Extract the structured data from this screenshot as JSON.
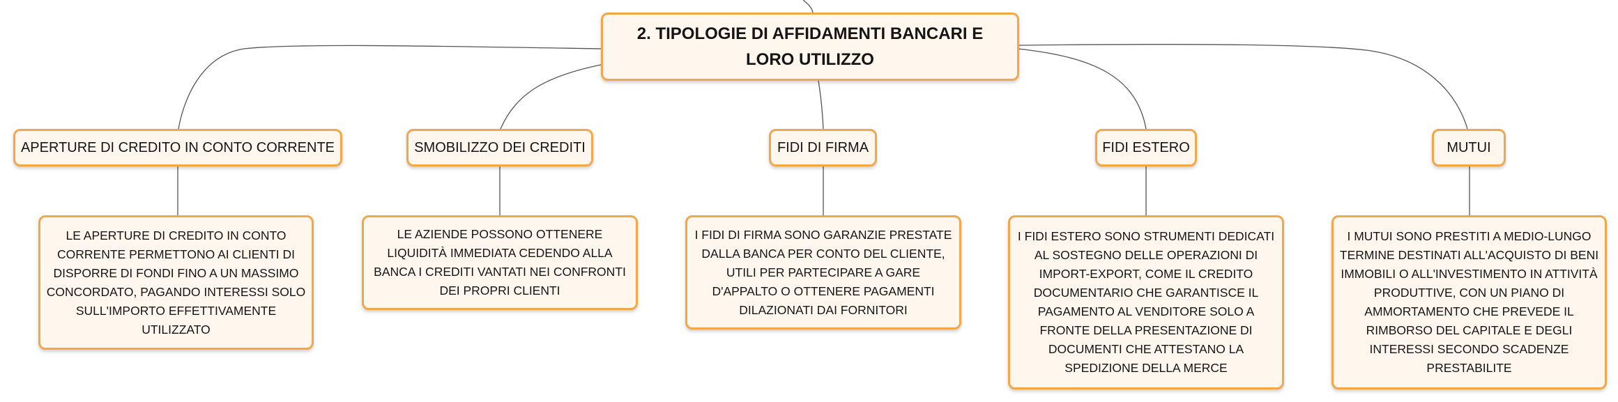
{
  "root": {
    "title": "2. TIPOLOGIE DI AFFIDAMENTI BANCARI E LORO UTILIZZO"
  },
  "branches": [
    {
      "label": "APERTURE DI CREDITO IN CONTO CORRENTE",
      "description": "LE APERTURE DI CREDITO IN CONTO CORRENTE PERMETTONO AI CLIENTI DI DISPORRE DI FONDI FINO A UN MASSIMO CONCORDATO, PAGANDO INTERESSI SOLO SULL'IMPORTO EFFETTIVAMENTE UTILIZZATO"
    },
    {
      "label": "SMOBILIZZO DEI CREDITI",
      "description": "LE AZIENDE POSSONO OTTENERE LIQUIDITÀ IMMEDIATA CEDENDO ALLA BANCA I CREDITI VANTATI NEI CONFRONTI DEI PROPRI CLIENTI"
    },
    {
      "label": "FIDI DI FIRMA",
      "description": "I FIDI DI FIRMA SONO GARANZIE PRESTATE DALLA BANCA PER CONTO DEL CLIENTE, UTILI PER PARTECIPARE A GARE D'APPALTO O OTTENERE PAGAMENTI DILAZIONATI DAI FORNITORI"
    },
    {
      "label": "FIDI ESTERO",
      "description": "I FIDI ESTERO SONO STRUMENTI DEDICATI AL SOSTEGNO DELLE OPERAZIONI DI IMPORT-EXPORT, COME IL CREDITO DOCUMENTARIO CHE GARANTISCE IL PAGAMENTO AL VENDITORE SOLO A FRONTE DELLA PRESENTAZIONE DI DOCUMENTI CHE ATTESTANO LA SPEDIZIONE DELLA MERCE"
    },
    {
      "label": "MUTUI",
      "description": "I MUTUI SONO PRESTITI A MEDIO-LUNGO TERMINE DESTINATI ALL'ACQUISTO DI BENI IMMOBILI O ALL'INVESTIMENTO IN ATTIVITÀ PRODUTTIVE, CON UN PIANO DI AMMORTAMENTO CHE PREVEDE IL RIMBORSO DEL CAPITALE E DEGLI INTERESSI SECONDO SCADENZE PRESTABILITE"
    }
  ],
  "colors": {
    "node_fill": "#fff7ee",
    "node_border": "#f3a64a",
    "connector": "#555555",
    "text": "#151515"
  }
}
